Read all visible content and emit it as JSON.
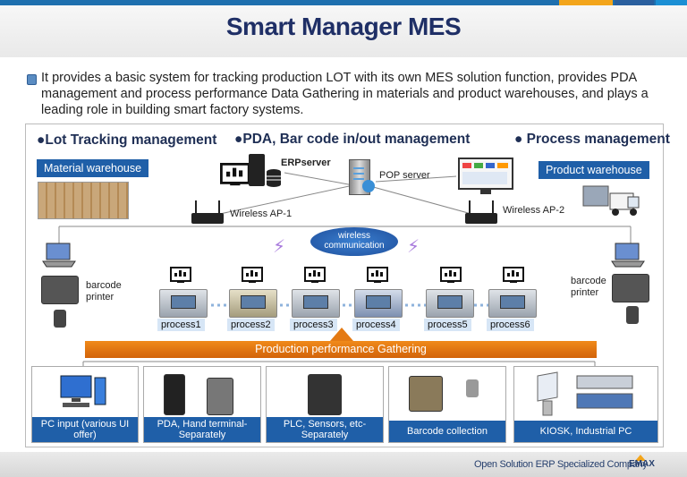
{
  "slide": {
    "title": "Smart Manager MES",
    "description": "It provides a basic system for tracking production LOT with its own MES solution function, provides PDA management and process performance Data Gathering in materials and product warehouses, and plays a leading role in building smart factory systems.",
    "footer": "Open Solution ERP Specialized Company",
    "logo": "EMAX",
    "colors": {
      "title": "#1f2f66",
      "tag_blue": "#1f5fa8",
      "orange": "#e47a14",
      "top_accent": "#f3a51b"
    }
  },
  "diagram": {
    "sections": {
      "lot": "●Lot Tracking management",
      "pda": "●PDA, Bar code in/out management",
      "process": "● Process management"
    },
    "material_warehouse": "Material warehouse",
    "product_warehouse": "Product warehouse",
    "erp_server": "ERPserver",
    "pop_server": "POP server",
    "ap1": "Wireless AP-1",
    "ap2": "Wireless AP-2",
    "wireless": "wireless communication",
    "barcode_printer": "barcode printer",
    "processes": [
      "process1",
      "process2",
      "process3",
      "process4",
      "process5",
      "process6"
    ],
    "gathering": "Production performance Gathering",
    "inputs": [
      {
        "label": "PC input (various UI offer)"
      },
      {
        "label": "PDA, Hand terminal- Separately"
      },
      {
        "label": "PLC, Sensors, etc- Separately"
      },
      {
        "label": "Barcode collection"
      },
      {
        "label": "KIOSK, Industrial PC"
      }
    ]
  }
}
